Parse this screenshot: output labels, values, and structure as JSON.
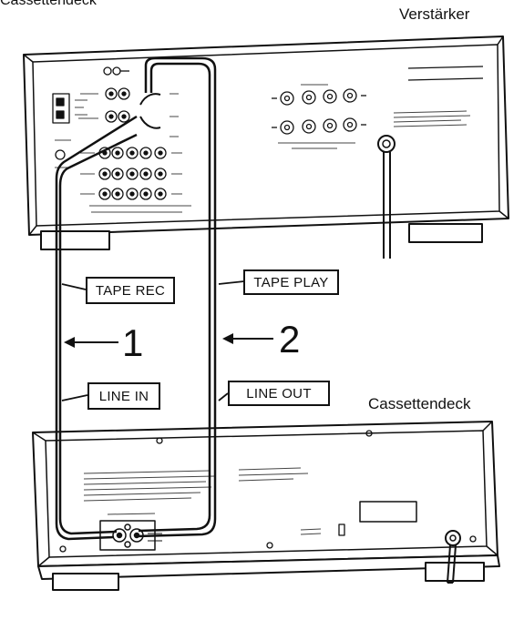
{
  "header_fragment": "Cassettendeck",
  "amplifier": {
    "label": "Verstärker"
  },
  "cassette_deck": {
    "label": "Cassettendeck"
  },
  "cables": [
    {
      "number": "1",
      "upper_label": "TAPE REC",
      "lower_label": "LINE IN"
    },
    {
      "number": "2",
      "upper_label": "TAPE PLAY",
      "lower_label": "LINE OUT"
    }
  ],
  "colors": {
    "ink": "#111111",
    "panel": "#ffffff"
  }
}
